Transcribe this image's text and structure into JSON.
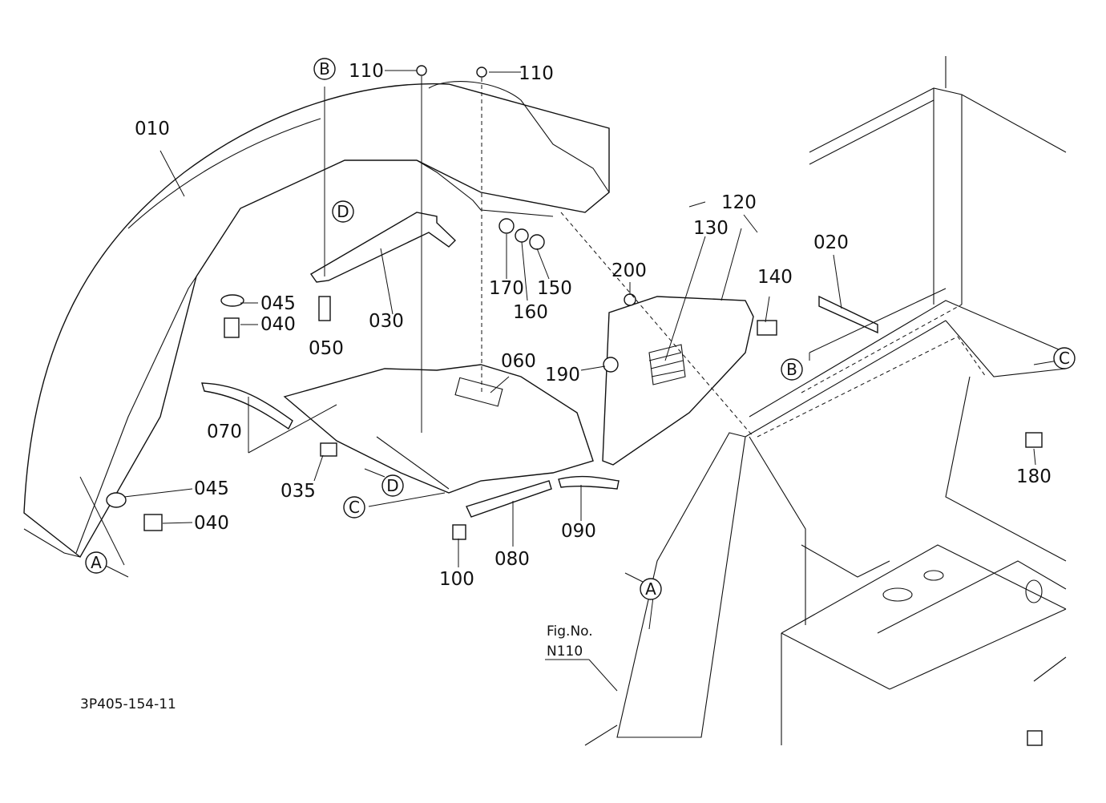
{
  "drawing_number": "3P405-154-11",
  "fig_ref": {
    "line1": "Fig.No.",
    "line2": "N110"
  },
  "callouts": {
    "p010": "010",
    "p020": "020",
    "p030": "030",
    "p035": "035",
    "p040a": "040",
    "p040b": "040",
    "p045a": "045",
    "p045b": "045",
    "p050": "050",
    "p060": "060",
    "p070": "070",
    "p080": "080",
    "p090": "090",
    "p100": "100",
    "p110a": "110",
    "p110b": "110",
    "p120": "120",
    "p130": "130",
    "p140": "140",
    "p150": "150",
    "p160": "160",
    "p170": "170",
    "p180": "180",
    "p190": "190",
    "p200": "200"
  },
  "ref_markers": {
    "a1": "A",
    "a2": "A",
    "b1": "B",
    "b2": "B",
    "c1": "C",
    "c2": "C",
    "d1": "D",
    "d2": "D"
  }
}
